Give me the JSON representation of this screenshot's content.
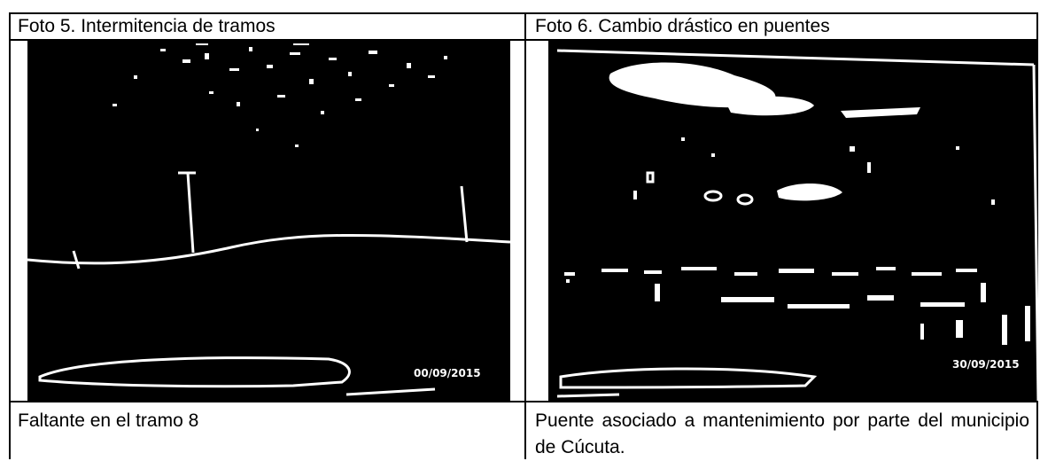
{
  "photo5": {
    "title": "Foto 5. Intermitencia de tramos",
    "date_stamp": "00/09/2015",
    "caption": "Faltante en el tramo 8"
  },
  "photo6": {
    "title": "Foto 6. Cambio drástico en puentes",
    "date_stamp": "30/09/2015",
    "caption": "Puente asociado a mantenimiento por parte del municipio de Cúcuta."
  },
  "colors": {
    "photo_background": "#000000",
    "photo_edges": "#ffffff",
    "border": "#000000"
  }
}
